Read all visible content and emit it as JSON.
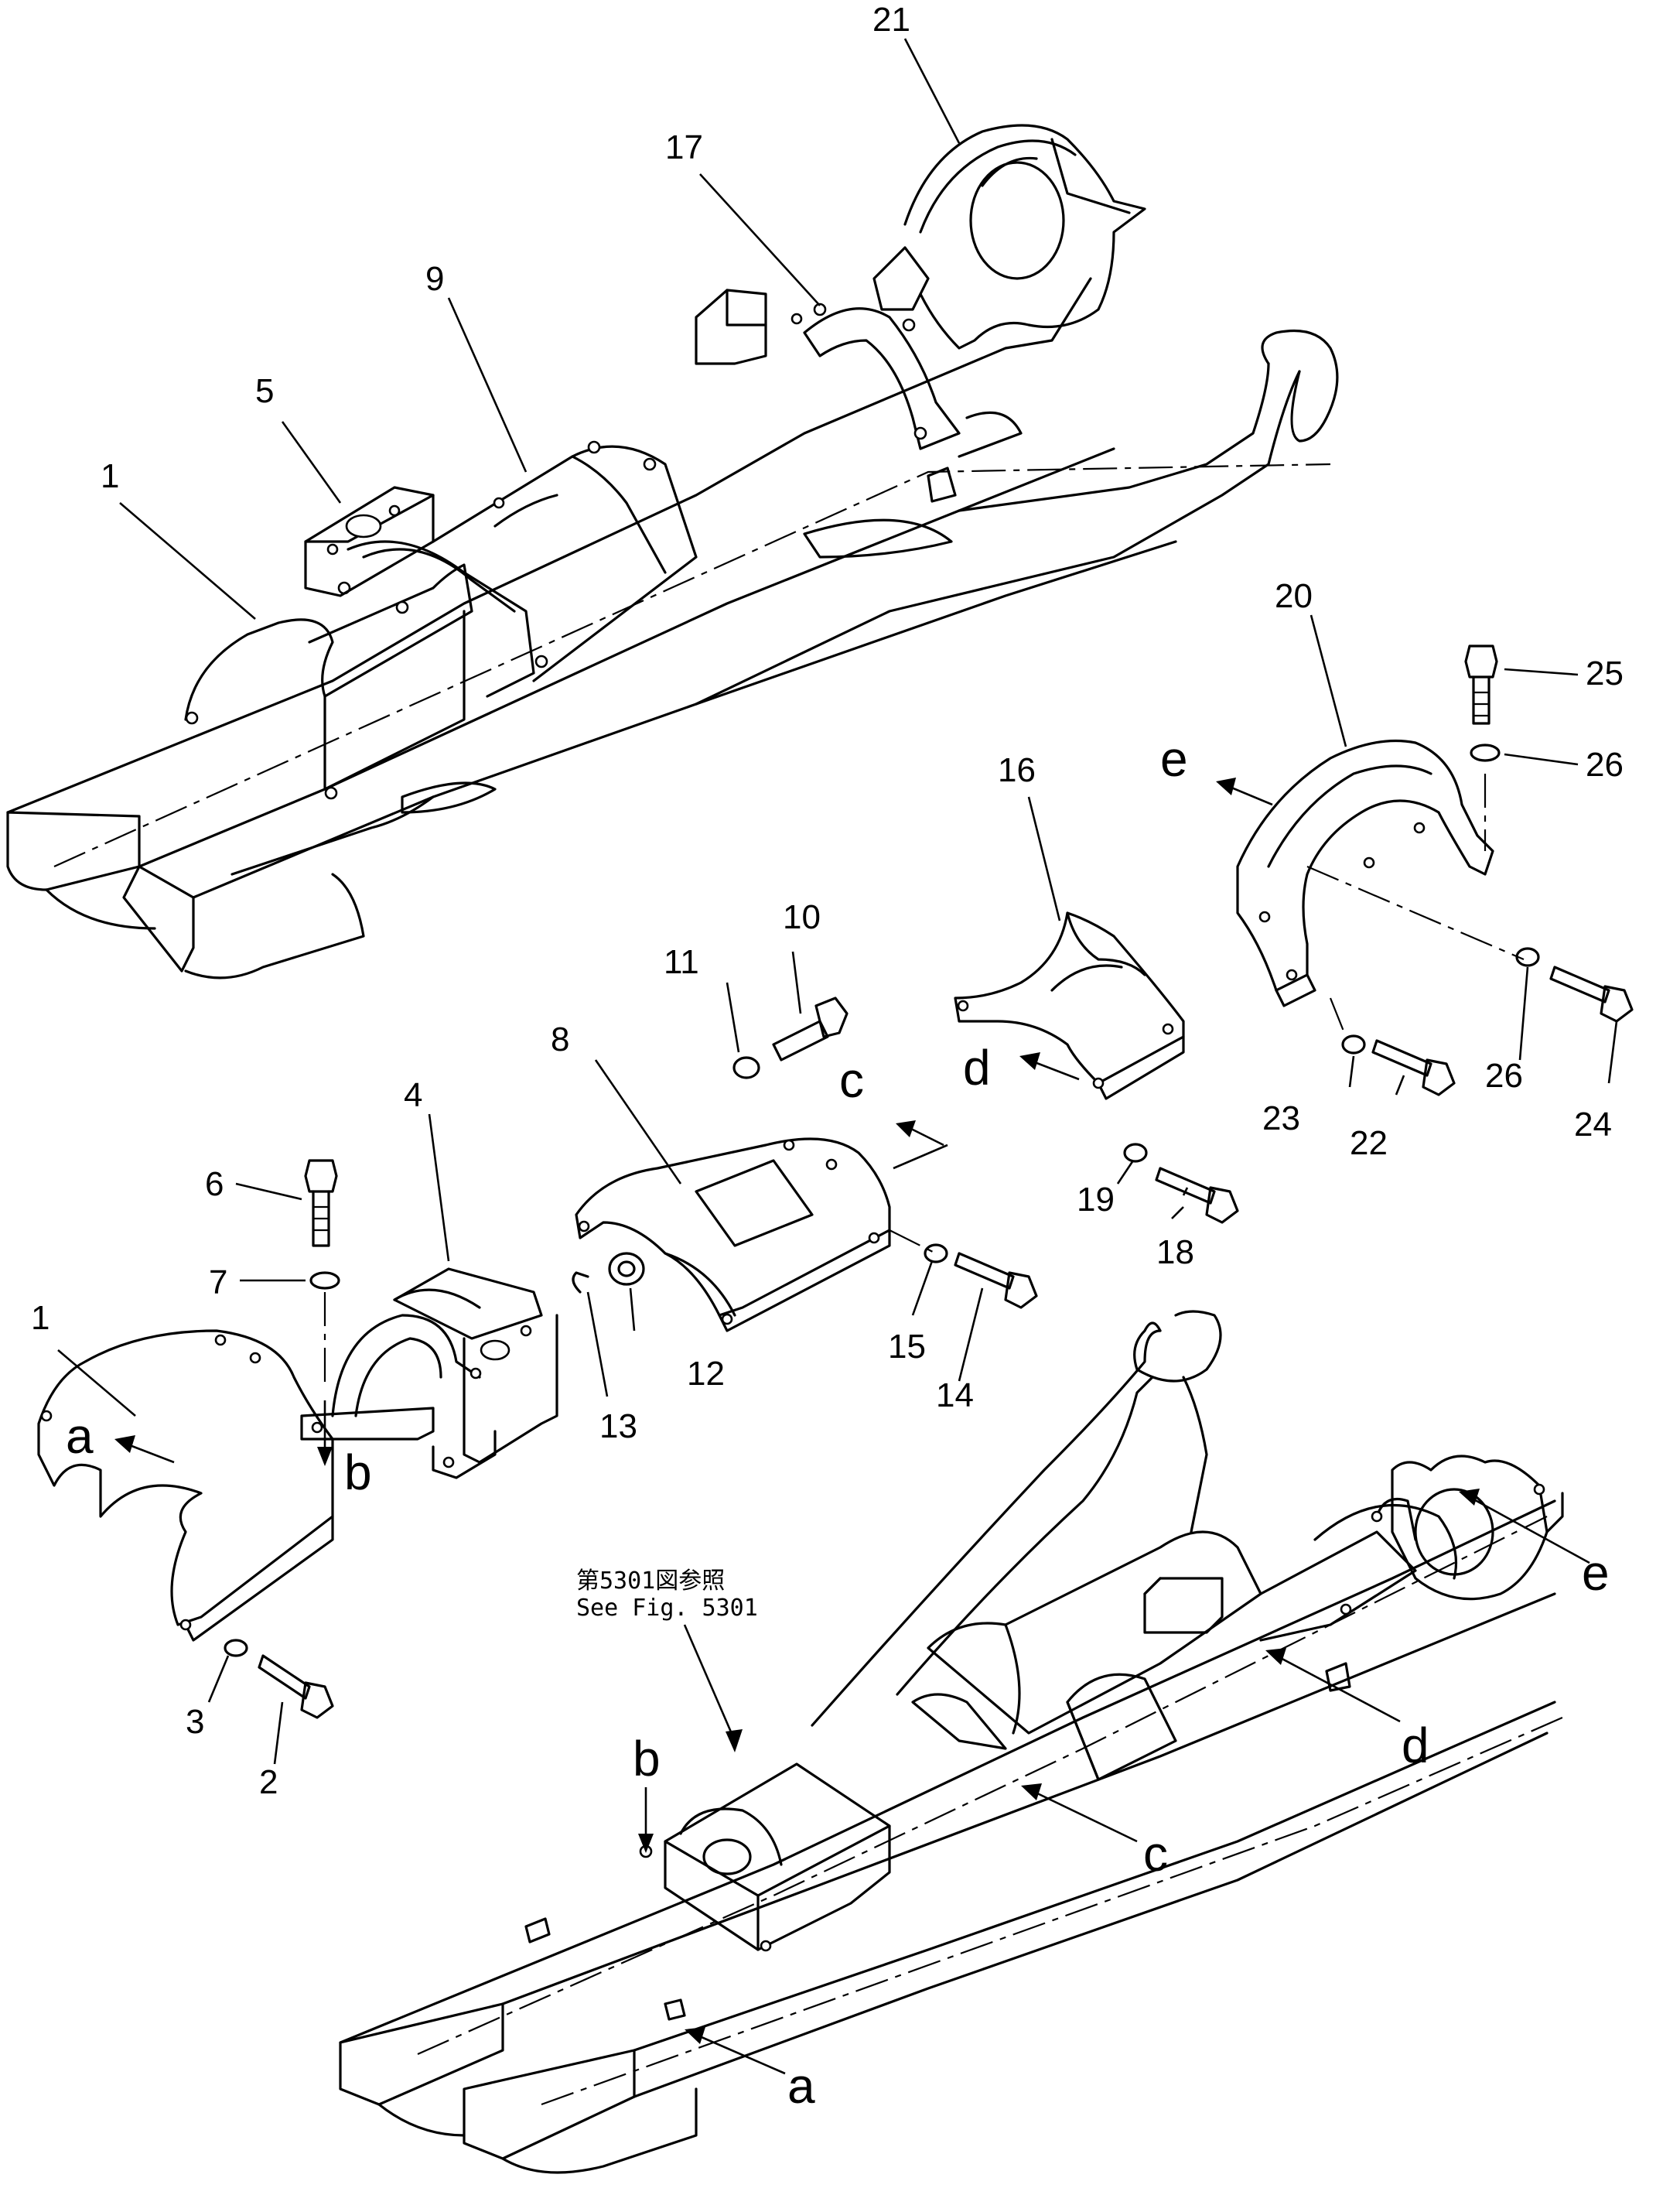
{
  "diagram": {
    "part_numbers": [
      "1",
      "2",
      "3",
      "4",
      "5",
      "6",
      "7",
      "8",
      "9",
      "10",
      "11",
      "12",
      "13",
      "14",
      "15",
      "16",
      "17",
      "18",
      "19",
      "20",
      "21",
      "22",
      "23",
      "24",
      "25",
      "26"
    ],
    "labels": {
      "n1_top": "1",
      "n5": "5",
      "n9": "9",
      "n17": "17",
      "n21": "21",
      "n20": "20",
      "n25": "25",
      "n26a": "26",
      "n16": "16",
      "n10": "10",
      "n11": "11",
      "n8": "8",
      "n4": "4",
      "n6": "6",
      "n7": "7",
      "n1_mid": "1",
      "n12": "12",
      "n13": "13",
      "n14": "14",
      "n15": "15",
      "n18": "18",
      "n19": "19",
      "n22": "22",
      "n23": "23",
      "n24": "24",
      "n26b": "26",
      "n3": "3",
      "n2": "2"
    },
    "letters": {
      "a_part": "a",
      "b_part": "b",
      "c_part": "c",
      "d_part": "d",
      "e_part": "e",
      "a_frame": "a",
      "b_frame": "b",
      "c_frame": "c",
      "d_frame": "d",
      "e_frame": "e"
    },
    "reference_jp": "第5301図参照",
    "reference_en": "See  Fig. 5301"
  }
}
